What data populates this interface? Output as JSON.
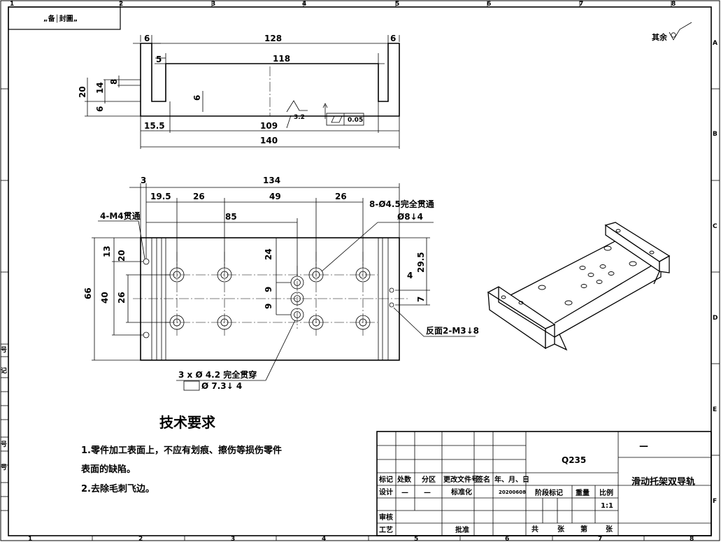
{
  "sheet": {
    "border_columns_top": [
      "1",
      "2",
      "3",
      "4",
      "5",
      "6",
      "7",
      "8"
    ],
    "border_columns_bottom": [
      "1",
      "2",
      "3",
      "4",
      "5",
      "6",
      "7",
      "8"
    ],
    "border_rows_right": [
      "A",
      "B",
      "C",
      "D",
      "E",
      "F"
    ],
    "corner_label": "„备│封圖„",
    "roughness_note": "其余",
    "left_edge_marks": [
      "号",
      "记",
      "号",
      "号"
    ]
  },
  "front_view": {
    "dims": {
      "d6_left": "6",
      "d128": "128",
      "d6_right": "6",
      "d5": "5",
      "d118": "118",
      "d20": "20",
      "d14": "14",
      "d8": "8",
      "d6_side": "6",
      "d6_inner": "6",
      "d15_5": "15.5",
      "d109": "109",
      "d140": "140"
    },
    "roughness_value": "3.2",
    "flatness_tol": "0.05"
  },
  "top_view": {
    "dims": {
      "d3": "3",
      "d134": "134",
      "d19_5": "19.5",
      "d26a": "26",
      "d49": "49",
      "d26b": "26",
      "d85": "85",
      "d13": "13",
      "d20": "20",
      "d24": "24",
      "d9a": "9",
      "d9b": "9",
      "d66": "66",
      "d40": "40",
      "d26c": "26",
      "d29_5": "29.5",
      "d4": "4",
      "d7": "7"
    },
    "callouts": {
      "m4_note": "4-M4贯通",
      "hole8_line1": "8-Ø4.5完全贯通",
      "hole8_line2": "Ø8↓4",
      "m3_note": "反面2-M3↓8",
      "hole3_line1": "3 x Ø 4.2 完全贯穿",
      "hole3_line2": "Ø 7.3↓ 4"
    }
  },
  "tech_requirements": {
    "title": "技术要求",
    "items": [
      "1.零件加工表面上，不应有划痕、擦伤等损伤零件",
      "表面的缺陷。",
      "2.去除毛刺飞边。"
    ]
  },
  "title_block": {
    "material": "Q235",
    "part_name": "滑动托架双导轨",
    "code_dash": "—",
    "headers": [
      "标记",
      "处数",
      "分区",
      "更改文件号",
      "签名",
      "年、月、日"
    ],
    "row_design": [
      "设计",
      "—",
      "—",
      "标准化",
      "",
      "20200608"
    ],
    "stage_label": "阶段标记",
    "weight_label": "重量",
    "scale_label": "比例",
    "scale_value": "1:1",
    "review_label": "审核",
    "process_label": "工艺",
    "approve_label": "批准",
    "sheets": [
      "共",
      "张",
      "第",
      "张"
    ]
  }
}
